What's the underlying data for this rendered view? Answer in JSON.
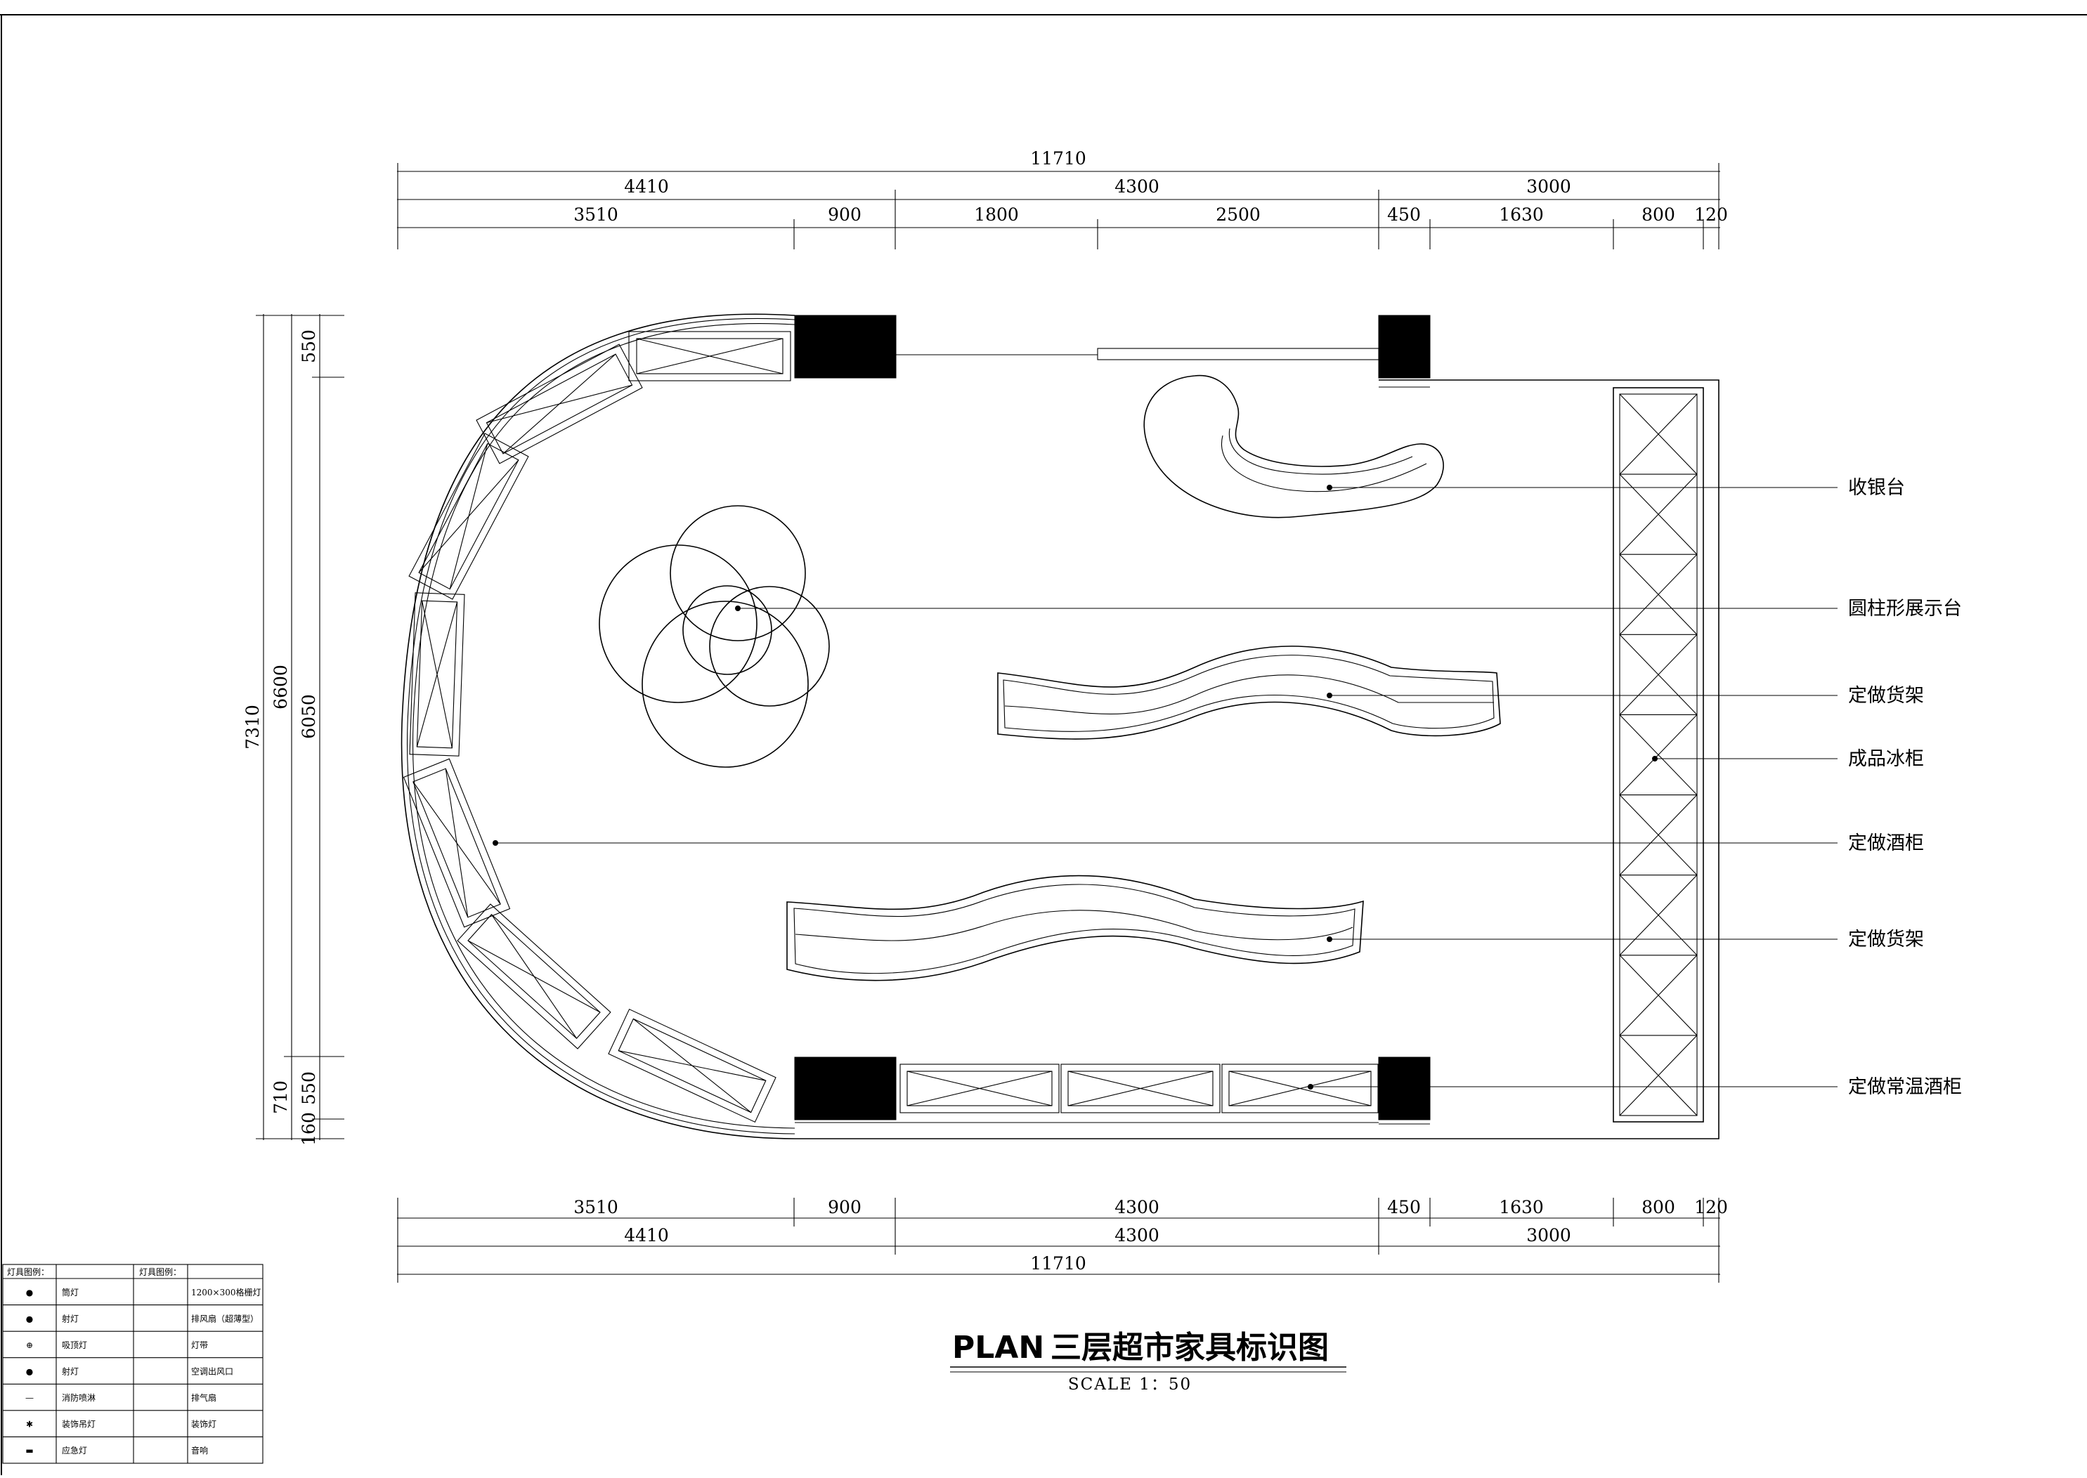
{
  "drawing": {
    "title_code": "PLAN",
    "title_name": "三层超市家具标识图",
    "scale": "SCALE 1：50"
  },
  "dimensions": {
    "top_total": "11710",
    "top_l2": [
      "4410",
      "4300",
      "3000"
    ],
    "top_l3": [
      "3510",
      "900",
      "1800",
      "2500",
      "450",
      "1630",
      "800",
      "120"
    ],
    "bottom_l1": [
      "3510",
      "900",
      "4300",
      "450",
      "1630",
      "800",
      "120"
    ],
    "bottom_l2": [
      "4410",
      "4300",
      "3000"
    ],
    "bottom_total": "11710",
    "left_total": "7310",
    "left_l2": [
      "6600",
      "710"
    ],
    "left_l3": [
      "550",
      "6050",
      "550",
      "160"
    ]
  },
  "labels": [
    "收银台",
    "圆柱形展示台",
    "定做货架",
    "成品冰柜",
    "定做酒柜",
    "定做货架",
    "定做常温酒柜"
  ],
  "legend": {
    "headers": [
      "灯具图例：",
      "",
      "灯具图例："
    ],
    "rows": [
      [
        "●",
        "筒灯",
        "1200×300格栅灯"
      ],
      [
        "●",
        "射灯",
        "排风扇（超薄型）"
      ],
      [
        "⊕",
        "吸顶灯",
        "灯带"
      ],
      [
        "●",
        "射灯",
        "空调出风口"
      ],
      [
        "—",
        "消防喷淋",
        "排气扇"
      ],
      [
        "✱",
        "装饰吊灯",
        "装饰灯"
      ],
      [
        "▬",
        "应急灯",
        "音响"
      ]
    ]
  }
}
